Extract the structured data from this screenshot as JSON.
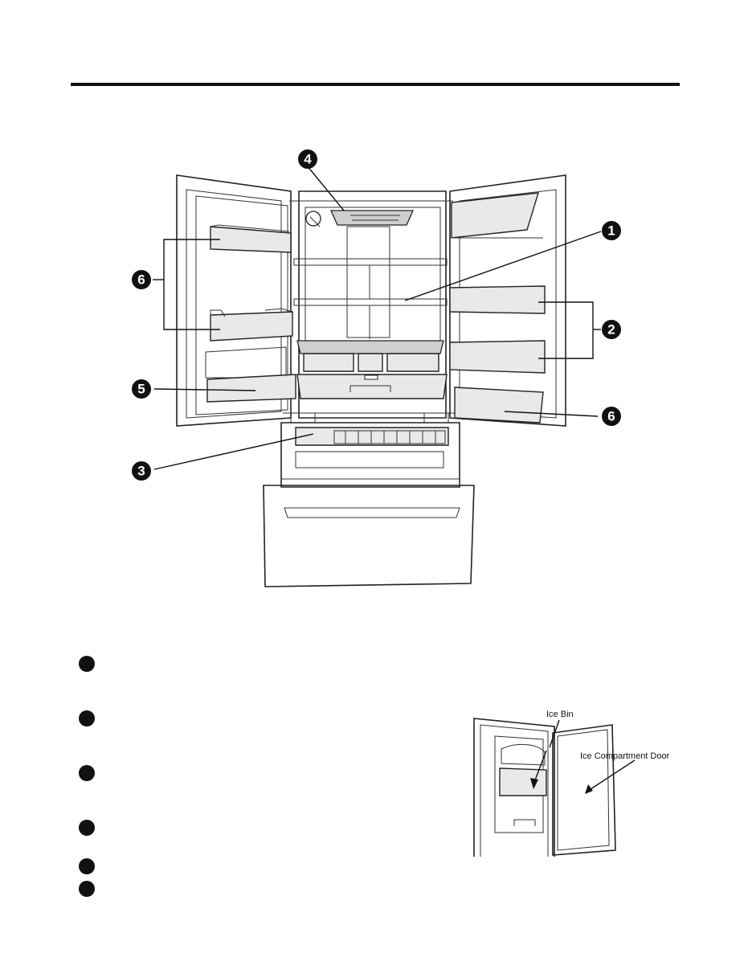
{
  "callouts": {
    "c1": "1",
    "c2": "2",
    "c3": "3",
    "c4": "4",
    "c5": "5",
    "c6a": "6",
    "c6b": "6"
  },
  "inset": {
    "ice_bin_label": "Ice Bin",
    "ice_door_label": "Ice Compartment Door"
  },
  "legend": {
    "count": 6
  }
}
